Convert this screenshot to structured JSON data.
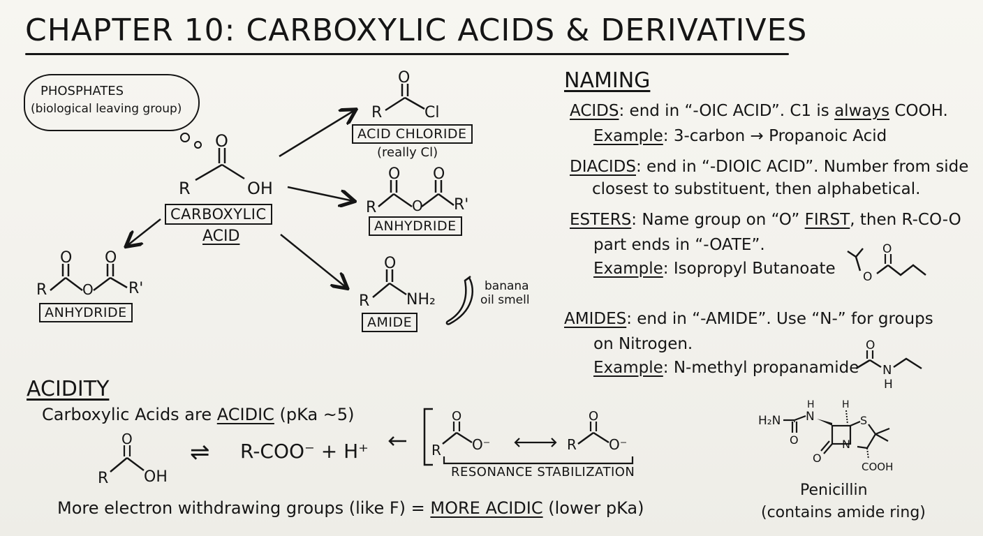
{
  "title": "CHAPTER 10: CARBOXYLIC ACIDS & DERIVATIVES",
  "cloud": {
    "line1": "PHOSPHATES",
    "line2": "(biological leaving group)"
  },
  "center": {
    "label_line1": "CARBOXYLIC",
    "label_line2": "ACID",
    "atoms": {
      "r": "R",
      "o": "O",
      "oh": "OH"
    }
  },
  "acid_chloride": {
    "label": "ACID CHLORIDE",
    "note": "(really Cl)",
    "r": "R",
    "cl": "Cl",
    "o": "O"
  },
  "anhydride_right": {
    "label": "ANHYDRIDE",
    "r": "R",
    "r2": "R'",
    "o": "O"
  },
  "anhydride_left": {
    "label": "ANHYDRIDE",
    "r": "R",
    "r2": "R'",
    "o": "O"
  },
  "amide": {
    "label": "AMIDE",
    "r": "R",
    "nh2": "NH₂",
    "o": "O",
    "note_line1": "banana",
    "note_line2": "oil smell"
  },
  "naming": {
    "heading": "NAMING",
    "acids": {
      "term": "ACIDS",
      "text_a": ": end in “-OIC ACID”. C1 is ",
      "emph": "always",
      "text_b": " COOH.",
      "ex_label": "Example",
      "ex_text": ": 3-carbon → Propanoic Acid"
    },
    "diacids": {
      "term": "DIACIDS",
      "text_a": ": end in “-DIOIC ACID”. Number from side",
      "text_b": "closest to substituent, then alphabetical."
    },
    "esters": {
      "term": "ESTERS",
      "text_a": ": Name group on “O” ",
      "emph": "FIRST",
      "text_b": ", then R-CO-O",
      "text_c": "part ends in “-OATE”.",
      "ex_label": "Example",
      "ex_text": ": Isopropyl Butanoate",
      "o": "O"
    },
    "amides": {
      "term": "AMIDES",
      "text_a": ": end in “-AMIDE”. Use “N-” for groups",
      "text_b": "on Nitrogen.",
      "ex_label": "Example",
      "ex_text": ": N-methyl propanamide",
      "o": "O",
      "n": "N",
      "h": "H"
    }
  },
  "acidity": {
    "heading": "ACIDITY",
    "line_a": "Carboxylic Acids are ",
    "emph": "ACIDIC",
    "line_b": " (pKa ~5)",
    "eq_r": "R",
    "eq_o": "O",
    "eq_oh": "OH",
    "equilibrium": "⇌",
    "products": "R-COO⁻ + H⁺",
    "resonance_label": "RESONANCE STABILIZATION",
    "res_r": "R",
    "res_o": "O",
    "res_om": "O⁻",
    "bottom_a": "More electron withdrawing groups (like F) = ",
    "bottom_emph": "MORE ACIDIC",
    "bottom_b": " (lower pKa)"
  },
  "penicillin": {
    "name": "Penicillin",
    "note": "(contains amide ring)",
    "h2n": "H₂N",
    "h": "H",
    "n": "N",
    "s": "S",
    "o": "O",
    "cooh": "COOH"
  }
}
